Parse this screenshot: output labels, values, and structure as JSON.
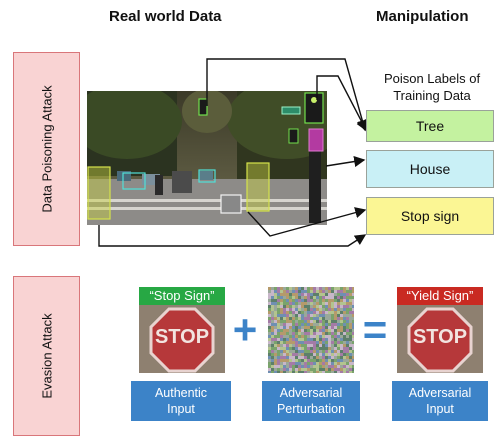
{
  "headers": {
    "real_world": "Real world Data",
    "manipulation": "Manipulation"
  },
  "sections": {
    "poisoning": "Data Poisoning Attack",
    "evasion": "Evasion Attack"
  },
  "poison_caption": [
    "Poison Labels of",
    "Training Data"
  ],
  "labels": [
    {
      "text": "Tree",
      "color": "#c4f2a0"
    },
    {
      "text": "House",
      "color": "#c9f0f6"
    },
    {
      "text": "Stop sign",
      "color": "#fbf694"
    }
  ],
  "evasion": {
    "authentic_banner": "“Stop Sign”",
    "authentic_banner_color": "#27a844",
    "adversarial_banner": "“Yield Sign”",
    "adversarial_banner_color": "#c92a22",
    "sign_text": "STOP",
    "plus": "+",
    "equals": "=",
    "boxes": [
      [
        "Authentic",
        "Input"
      ],
      [
        "Adversarial",
        "Perturbation"
      ],
      [
        "Adversarial",
        "Input"
      ]
    ]
  },
  "colors": {
    "accent_blue": "#3c83c8",
    "side_fill": "#f9d3d3",
    "side_border": "#d9767a"
  }
}
